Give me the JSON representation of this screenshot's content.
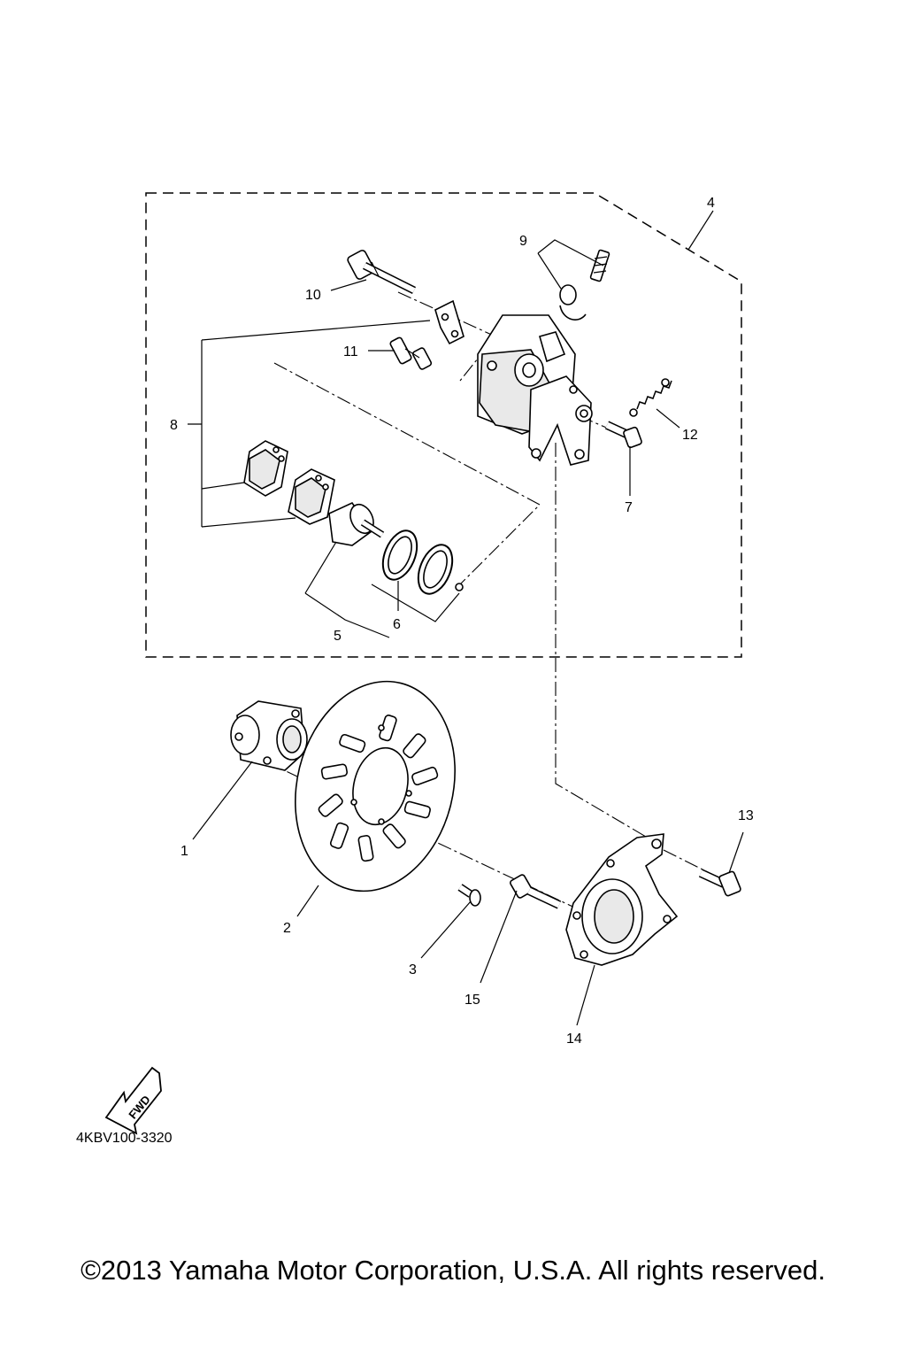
{
  "diagram_code": "4KBV100-3320",
  "fwd_label": "FWD",
  "copyright": "©2013 Yamaha Motor Corporation, U.S.A. All rights reserved.",
  "callouts": {
    "c1": "1",
    "c2": "2",
    "c3": "3",
    "c4": "4",
    "c5": "5",
    "c6": "6",
    "c7": "7",
    "c8": "8",
    "c9": "9",
    "c10": "10",
    "c11": "11",
    "c12": "12",
    "c13": "13",
    "c14": "14",
    "c15": "15"
  }
}
